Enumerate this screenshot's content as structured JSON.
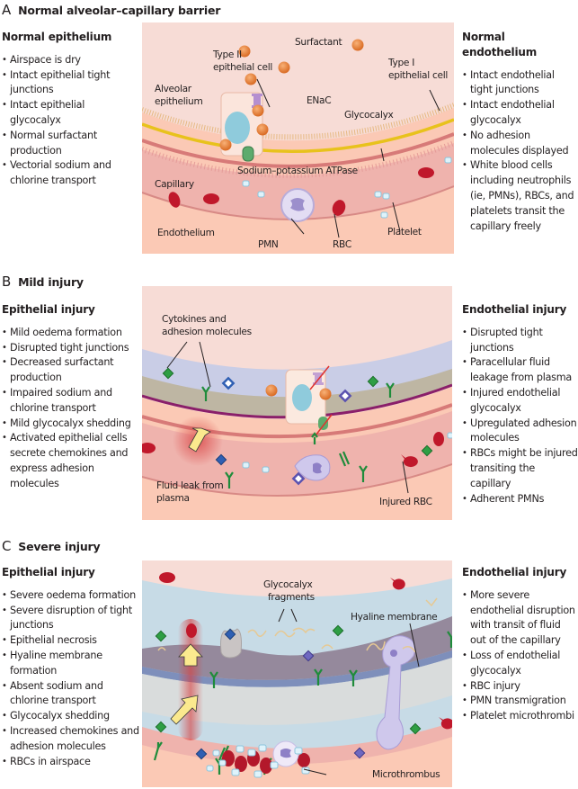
{
  "sections": [
    {
      "letter": "A",
      "title": "Normal alveolar–capillary barrier",
      "left": {
        "heading": "Normal epithelium",
        "items": [
          "Airspace is dry",
          "Intact epithelial tight junctions",
          "Intact epithelial glycocalyx",
          "Normal surfactant production",
          "Vectorial sodium and chlorine transport"
        ]
      },
      "right": {
        "heading": "Normal endothelium",
        "items": [
          "Intact endothelial tight junctions",
          "Intact endothelial glycocalyx",
          "No adhesion molecules displayed",
          "White blood cells including neutrophils (ie, PMNs), RBCs, and platelets transit the capillary freely"
        ]
      },
      "labels": {
        "surfactant": "Surfactant",
        "type2_line1": "Type II",
        "type2_line2": "epithelial cell",
        "type1_line1": "Type I",
        "type1_line2": "epithelial cell",
        "alveolar_line1": "Alveolar",
        "alveolar_line2": "epithelium",
        "enac": "ENaC",
        "glycocalyx": "Glycocalyx",
        "atpase": "Sodium–potassium ATPase",
        "capillary": "Capillary",
        "endothelium": "Endothelium",
        "pmn": "PMN",
        "rbc": "RBC",
        "platelet": "Platelet"
      }
    },
    {
      "letter": "B",
      "title": "Mild injury",
      "left": {
        "heading": "Epithelial injury",
        "items": [
          "Mild oedema formation",
          "Disrupted tight junctions",
          "Decreased surfactant production",
          "Impaired sodium and chlorine transport",
          "Mild glycocalyx shedding",
          "Activated epithelial cells secrete chemokines and express adhesion molecules"
        ]
      },
      "right": {
        "heading": "Endothelial injury",
        "items": [
          "Disrupted tight junctions",
          "Paracellular fluid leakage from plasma",
          "Injured endothelial glycocalyx",
          "Upregulated adhesion molecules",
          "RBCs might be injured transiting the capillary",
          "Adherent PMNs"
        ]
      },
      "labels": {
        "cytokines_line1": "Cytokines and",
        "cytokines_line2": "adhesion molecules",
        "fluid_line1": "Fluid leak from",
        "fluid_line2": "plasma",
        "injured_rbc": "Injured RBC"
      }
    },
    {
      "letter": "C",
      "title": "Severe injury",
      "left": {
        "heading": "Epithelial injury",
        "items": [
          "Severe oedema formation",
          "Severe disruption of tight junctions",
          "Epithelial necrosis",
          "Hyaline membrane formation",
          "Absent sodium and chlorine transport",
          "Glycocalyx shedding",
          "Increased chemokines and adhesion molecules",
          "RBCs in airspace"
        ]
      },
      "right": {
        "heading": "Endothelial injury",
        "items": [
          "More severe endothelial disruption with transit of fluid out of the capillary",
          "Loss of endothelial glycocalyx",
          "RBC injury",
          "PMN transmigration",
          "Platelet microthrombi"
        ]
      },
      "labels": {
        "glyco_line1": "Glycocalyx",
        "glyco_line2": "fragments",
        "hyaline": "Hyaline membrane",
        "microthrombus": "Microthrombus"
      }
    }
  ],
  "colors": {
    "airspace": "#f7dcd6",
    "tissue": "#fbc9b5",
    "capillary": "#efb3ad",
    "glycocalyx_yellow": "#e8c21c",
    "oedema": "#c9cde6",
    "oedema_severe": "#c7dbe6",
    "rbc": "#c0182b",
    "surfactant": "#ec8b3c",
    "nucleus": "#8fcbdc",
    "enac": "#b58fd0",
    "atpase": "#5dab6d",
    "adhesion": "#1f8c3b",
    "cytokine_green": "#2e9e44",
    "cytokine_blue": "#2f5fb3",
    "cytokine_purple": "#5a52b0",
    "pmn": "#d9d3ef",
    "platelet": "#dff3fb",
    "arrow": "#fbe98e",
    "leak": "#d83b3b"
  }
}
